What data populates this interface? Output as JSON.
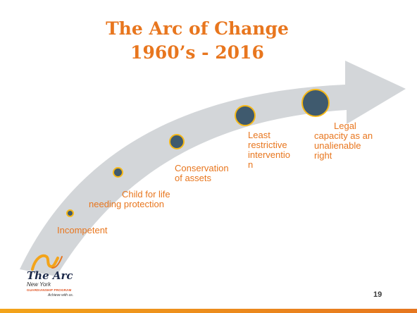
{
  "slide": {
    "title_line1": "The Arc of Change",
    "title_line2": "1960’s - 2016",
    "page_number": "19"
  },
  "milestones": [
    {
      "label_lines": [
        "Incompetent"
      ]
    },
    {
      "label_lines": [
        "Child for life",
        "needing protection"
      ]
    },
    {
      "label_lines": [
        "Conservation",
        "of assets"
      ]
    },
    {
      "label_lines": [
        "Least",
        "restrictive",
        "interventio",
        "n"
      ]
    },
    {
      "label_lines": [
        "Legal",
        "capacity as an",
        "unalienable",
        "right"
      ]
    }
  ],
  "logo": {
    "name": "The Arc",
    "state": "New York",
    "program": "GUARDIANSHIP PROGRAM",
    "tagline": "Achieve with us."
  },
  "colors": {
    "title": "#e8761e",
    "label": "#e8761e",
    "arrow": "#d3d6d9",
    "dot_fill": "#3f5a6e",
    "dot_stroke": "#f6b817",
    "bar_left": "#f3a41a",
    "bar_right": "#e6761f"
  }
}
